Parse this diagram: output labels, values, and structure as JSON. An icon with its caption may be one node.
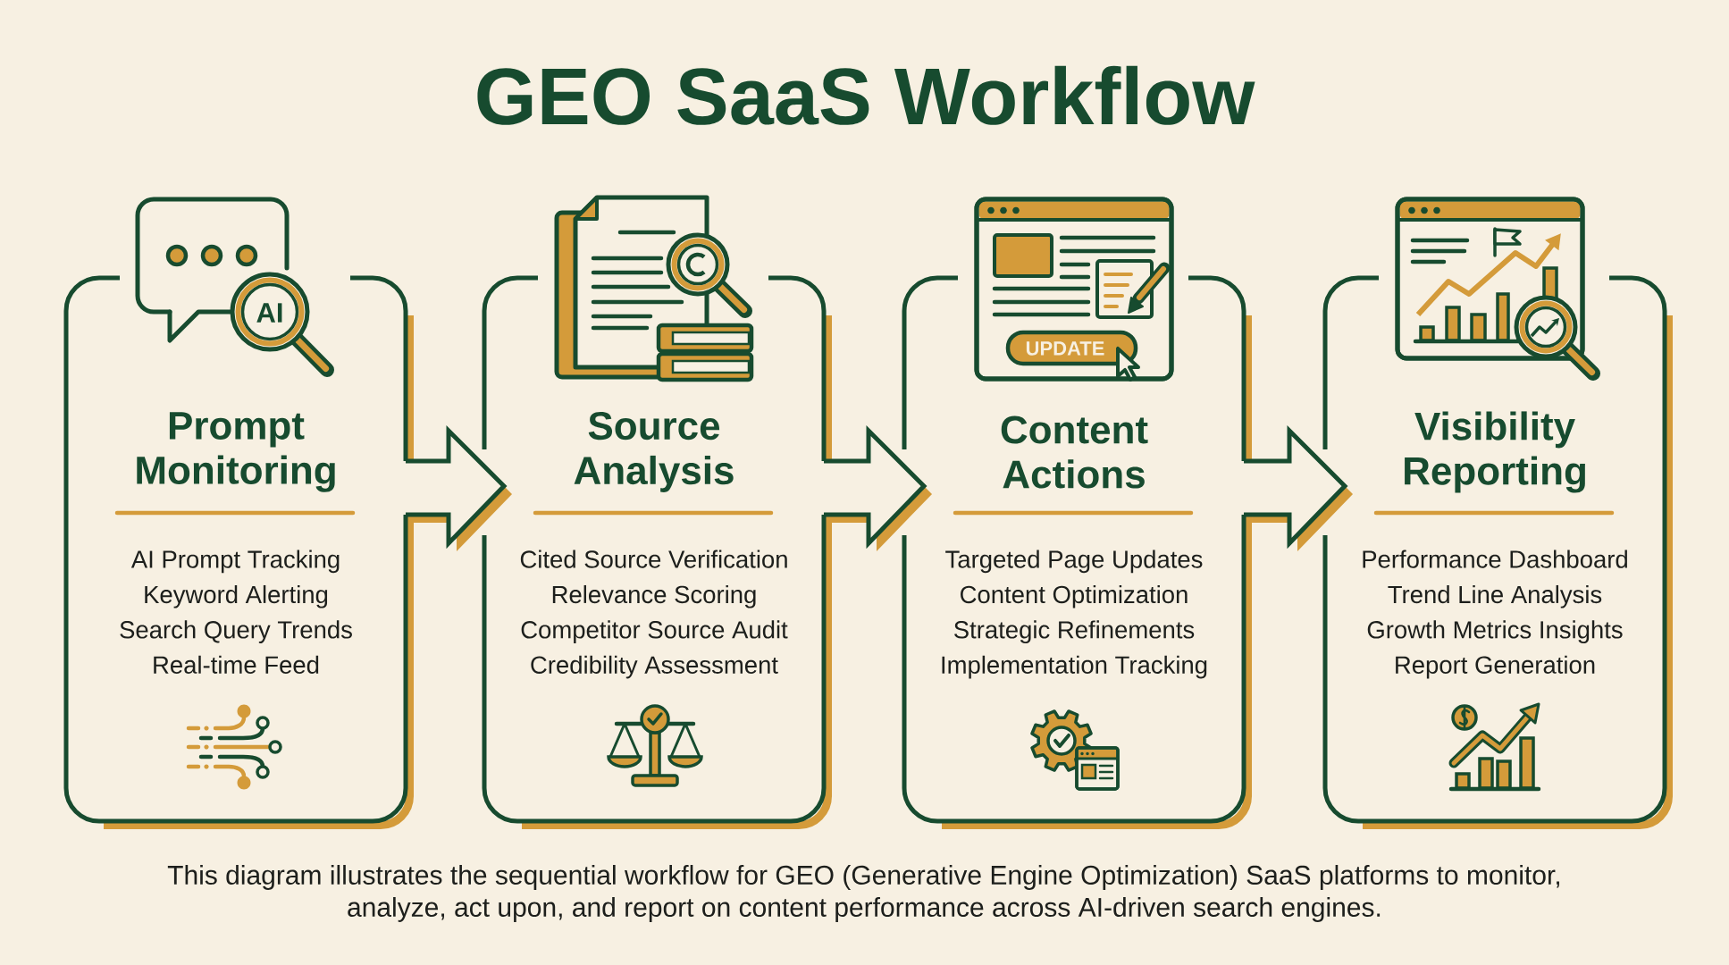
{
  "diagram": {
    "title": "GEO SaaS Workflow",
    "caption": "This diagram illustrates the sequential workflow for GEO (Generative Engine Optimization) SaaS platforms to monitor, analyze, act upon, and report on content performance across AI-driven search engines.",
    "nodes": [
      {
        "text": [
          "Prompt Monitoring",
          "AI Prompt Tracking",
          "Keyword Alerting",
          "Search Query Trends",
          "Real-time Feed"
        ]
      },
      {
        "text": [
          "Source Analysis",
          "Cited Source Verification",
          "Relevance Scoring",
          "Competitor Source Audit",
          "Credibility Assessment"
        ]
      },
      {
        "text": [
          "Content Actions",
          "Targeted Page Updates",
          "Content Optimization",
          "Strategic Refinements",
          "Implementation Tracking"
        ]
      },
      {
        "text": [
          "Visibility Reporting",
          "Performance Dashboard",
          "Trend Line Analysis",
          "Growth Metrics Insights",
          "Report Generation"
        ]
      }
    ],
    "edges": [
      {
        "from": 0,
        "to": 1,
        "arrow": "to"
      },
      {
        "from": 1,
        "to": 2,
        "arrow": "to"
      },
      {
        "from": 2,
        "to": 3,
        "arrow": "to"
      }
    ],
    "labels": [
      "AI",
      "UPDATE"
    ]
  }
}
